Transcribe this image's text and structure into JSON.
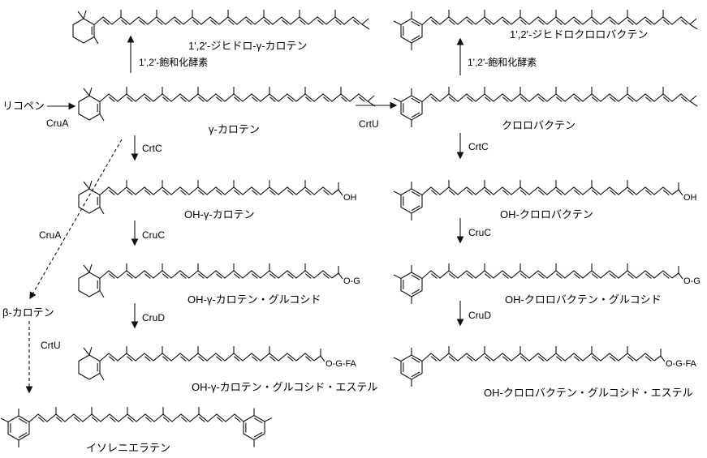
{
  "diagram": {
    "compounds": [
      {
        "id": "dihydro-gamma-carotene",
        "label": "1',2'-ジヒドロ-γ-カロテン"
      },
      {
        "id": "dihydro-chlorobactene",
        "label": "1',2'-ジヒドロクロロバクテン"
      },
      {
        "id": "lycopene",
        "label": "リコペン"
      },
      {
        "id": "gamma-carotene",
        "label": "γ-カロテン"
      },
      {
        "id": "chlorobactene",
        "label": "クロロバクテン"
      },
      {
        "id": "oh-gamma-carotene",
        "label": "OH-γ-カロテン"
      },
      {
        "id": "oh-chlorobactene",
        "label": "OH-クロロバクテン"
      },
      {
        "id": "oh-gamma-carotene-glucoside",
        "label": "OH-γ-カロテン・グルコシド"
      },
      {
        "id": "oh-chlorobactene-glucoside",
        "label": "OH-クロロバクテン・グルコシド"
      },
      {
        "id": "oh-gamma-carotene-glucoside-ester",
        "label": "OH-γ-カロテン・グルコシド・エステル"
      },
      {
        "id": "oh-chlorobactene-glucoside-ester",
        "label": "OH-クロロバクテン・グルコシド・エステル"
      },
      {
        "id": "beta-carotene",
        "label": "β-カロテン"
      },
      {
        "id": "isorenieratene",
        "label": "イソレニエラテン"
      }
    ],
    "enzymes": [
      {
        "id": "saturase-left",
        "label": "1',2'-飽和化酵素"
      },
      {
        "id": "saturase-right",
        "label": "1',2'-飽和化酵素"
      },
      {
        "id": "cruA-top",
        "label": "CruA"
      },
      {
        "id": "crtU-top",
        "label": "CrtU"
      },
      {
        "id": "crtC-left",
        "label": "CrtC"
      },
      {
        "id": "crtC-right",
        "label": "CrtC"
      },
      {
        "id": "cruC-left",
        "label": "CruC"
      },
      {
        "id": "cruC-right",
        "label": "CruC"
      },
      {
        "id": "cruD-left",
        "label": "CruD"
      },
      {
        "id": "cruD-right",
        "label": "CruD"
      },
      {
        "id": "cruA-side",
        "label": "CruA"
      },
      {
        "id": "crtU-side",
        "label": "CrtU"
      }
    ],
    "substituents": {
      "oh": "OH",
      "og": "O-G",
      "ogfa": "O-G-FA"
    },
    "line_color": "#111111"
  }
}
